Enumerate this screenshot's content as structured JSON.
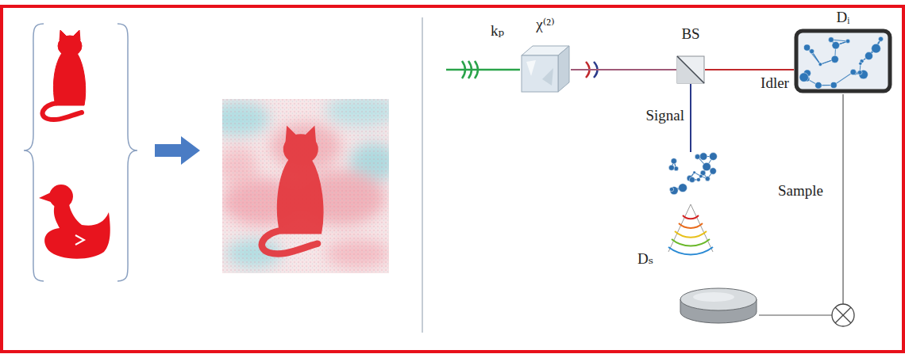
{
  "diagram": {
    "nodes": [
      {
        "text": [
          "χ⁽²⁾"
        ]
      },
      {
        "text": [
          "BS"
        ]
      },
      {
        "text": [
          "Dᵢ"
        ]
      },
      {
        "text": [
          "Sample"
        ]
      },
      {
        "text": [
          "Dₛ"
        ]
      }
    ],
    "edges": [
      {
        "from": 0,
        "to": 1,
        "arrow": "none"
      },
      {
        "from": 1,
        "to": 2,
        "label": "Idler",
        "arrow": "none"
      },
      {
        "from": 1,
        "to": 3,
        "label": "Signal",
        "arrow": "none"
      }
    ],
    "labels": [
      "kₚ"
    ]
  }
}
